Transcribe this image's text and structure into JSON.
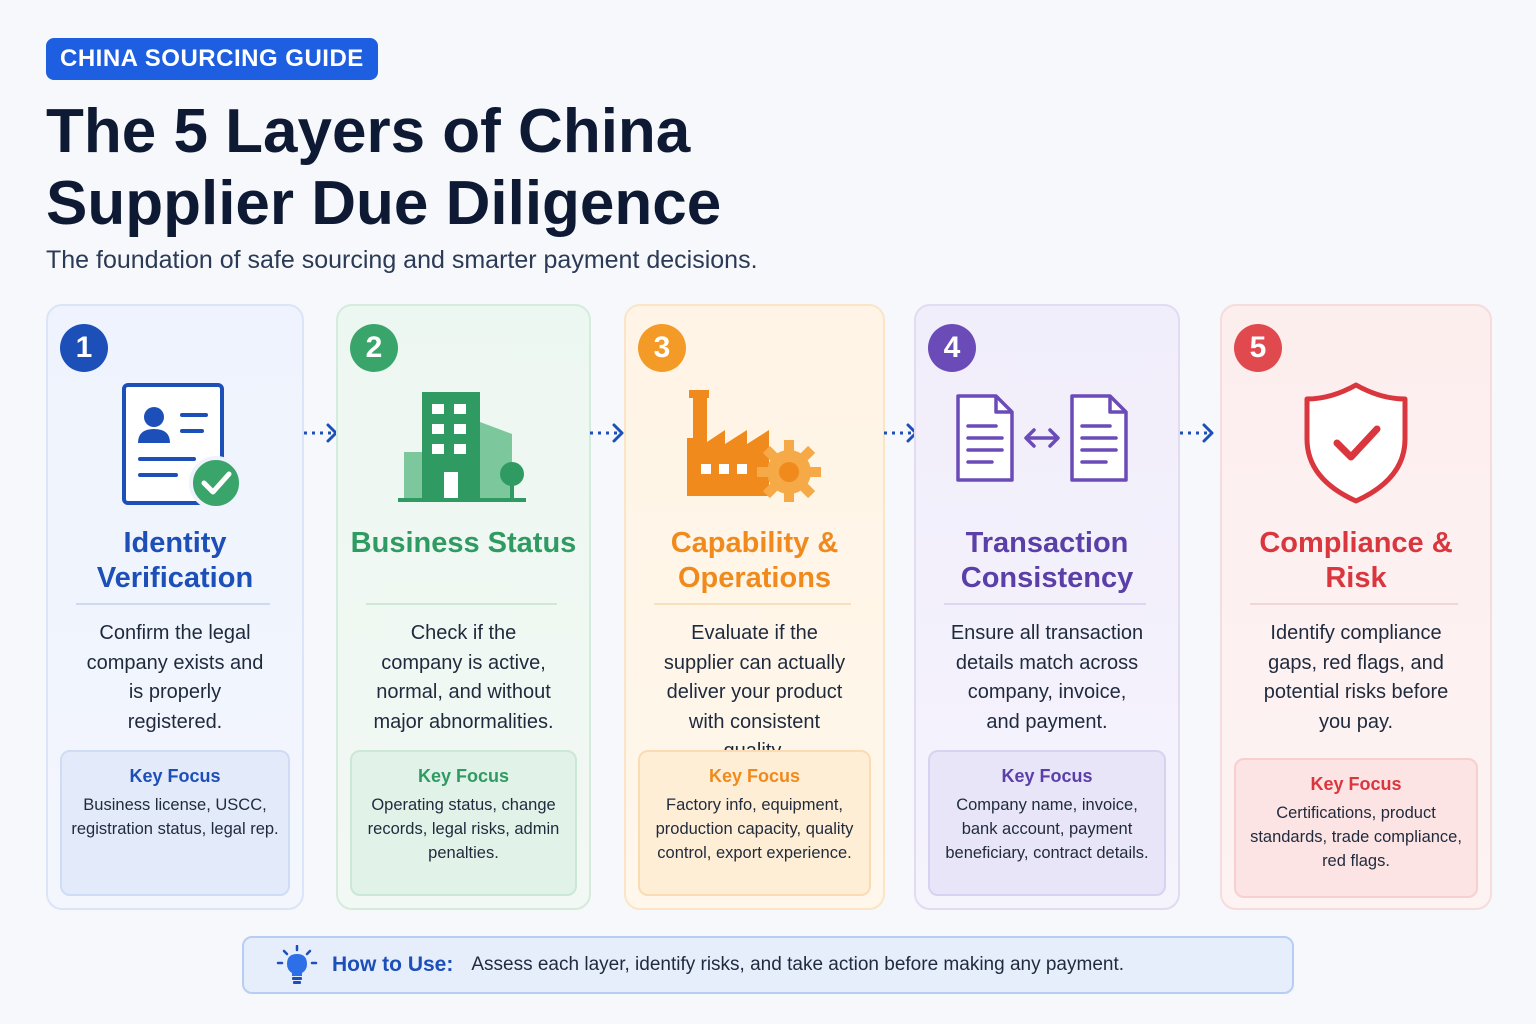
{
  "header": {
    "badge": "CHINA SOURCING GUIDE",
    "title": "The 5 Layers of China Supplier Due Diligence",
    "subtitle": "The foundation of safe sourcing and smarter payment decisions."
  },
  "layers": [
    {
      "number": "1",
      "title": "Identity Verification",
      "description": "Confirm the legal company exists and is properly registered.",
      "key_focus_label": "Key Focus",
      "key_focus": "Business license, USCC, registration status, legal rep.",
      "icon": "id-card-check-icon",
      "color": "#1d4fb8"
    },
    {
      "number": "2",
      "title": "Business Status",
      "description": "Check if the company is active, normal, and without major abnormalities.",
      "key_focus_label": "Key Focus",
      "key_focus": "Operating status, change records, legal risks, admin penalties.",
      "icon": "office-building-icon",
      "color": "#2f9b63"
    },
    {
      "number": "3",
      "title": "Capability & Operations",
      "description": "Evaluate if the supplier can actually deliver your product with consistent quality.",
      "key_focus_label": "Key Focus",
      "key_focus": "Factory info, equipment, production capacity, quality control, export experience.",
      "icon": "factory-gear-icon",
      "color": "#f08a1c"
    },
    {
      "number": "4",
      "title": "Transaction Consistency",
      "description": "Ensure all transaction details match across company, invoice, and payment.",
      "key_focus_label": "Key Focus",
      "key_focus": "Company name, invoice, bank account, payment beneficiary, contract details.",
      "icon": "documents-compare-icon",
      "color": "#6a4bb8"
    },
    {
      "number": "5",
      "title": "Compliance & Risk",
      "description": "Identify compliance gaps, red flags, and potential risks before you pay.",
      "key_focus_label": "Key Focus",
      "key_focus": "Certifications, product standards, trade compliance, red flags.",
      "icon": "shield-check-icon",
      "color": "#d9363e"
    }
  ],
  "how_to_use": {
    "label": "How to Use:",
    "text": "Assess each layer, identify risks, and take action before making any payment.",
    "icon": "lightbulb-icon"
  }
}
